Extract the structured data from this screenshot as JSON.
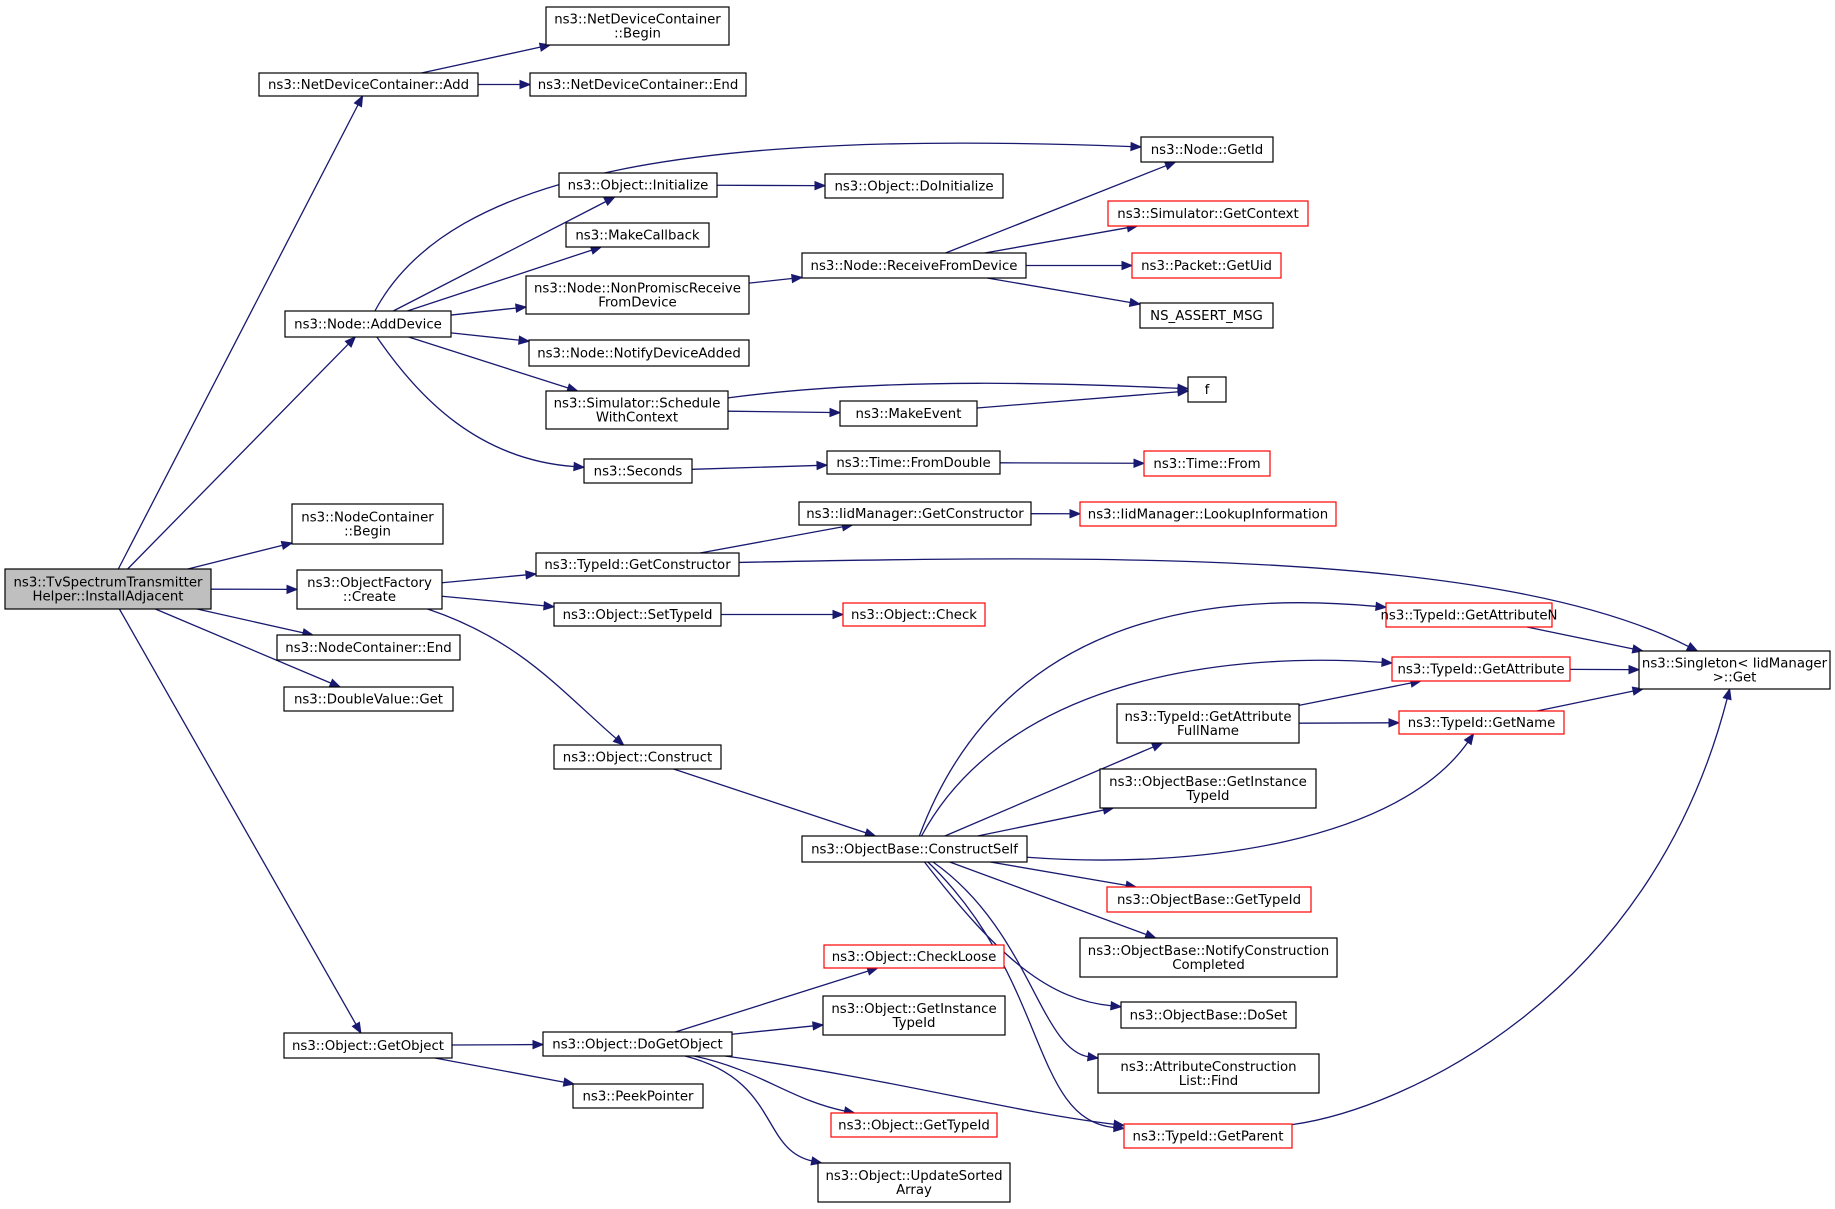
{
  "graph": {
    "nodes": [
      {
        "id": "root",
        "lines": [
          "ns3::TvSpectrumTransmitter",
          "Helper::InstallAdjacent"
        ],
        "root": true
      },
      {
        "id": "ndc_add",
        "lines": [
          "ns3::NetDeviceContainer::Add"
        ]
      },
      {
        "id": "ndc_begin",
        "lines": [
          "ns3::NetDeviceContainer",
          "::Begin"
        ]
      },
      {
        "id": "ndc_end",
        "lines": [
          "ns3::NetDeviceContainer::End"
        ]
      },
      {
        "id": "node_adddevice",
        "lines": [
          "ns3::Node::AddDevice"
        ]
      },
      {
        "id": "node_getid",
        "lines": [
          "ns3::Node::GetId"
        ]
      },
      {
        "id": "obj_initialize",
        "lines": [
          "ns3::Object::Initialize"
        ]
      },
      {
        "id": "obj_doinitialize",
        "lines": [
          "ns3::Object::DoInitialize"
        ]
      },
      {
        "id": "makecallback",
        "lines": [
          "ns3::MakeCallback"
        ]
      },
      {
        "id": "node_nonpromisc",
        "lines": [
          "ns3::Node::NonPromiscReceive",
          "FromDevice"
        ]
      },
      {
        "id": "node_receivefromdevice",
        "lines": [
          "ns3::Node::ReceiveFromDevice"
        ]
      },
      {
        "id": "sim_getcontext",
        "lines": [
          "ns3::Simulator::GetContext"
        ],
        "red": true
      },
      {
        "id": "packet_getuid",
        "lines": [
          "ns3::Packet::GetUid"
        ],
        "red": true
      },
      {
        "id": "ns_assert_msg",
        "lines": [
          "NS_ASSERT_MSG"
        ]
      },
      {
        "id": "node_notifydeviceadded",
        "lines": [
          "ns3::Node::NotifyDeviceAdded"
        ]
      },
      {
        "id": "sim_schedulewithcontext",
        "lines": [
          "ns3::Simulator::Schedule",
          "WithContext"
        ]
      },
      {
        "id": "makeevent",
        "lines": [
          "ns3::MakeEvent"
        ]
      },
      {
        "id": "f",
        "lines": [
          "f"
        ]
      },
      {
        "id": "seconds",
        "lines": [
          "ns3::Seconds"
        ]
      },
      {
        "id": "time_fromdouble",
        "lines": [
          "ns3::Time::FromDouble"
        ]
      },
      {
        "id": "time_from",
        "lines": [
          "ns3::Time::From"
        ],
        "red": true
      },
      {
        "id": "nc_begin",
        "lines": [
          "ns3::NodeContainer",
          "::Begin"
        ]
      },
      {
        "id": "objfactory_create",
        "lines": [
          "ns3::ObjectFactory",
          "::Create"
        ]
      },
      {
        "id": "typeid_getconstructor",
        "lines": [
          "ns3::TypeId::GetConstructor"
        ]
      },
      {
        "id": "iid_getconstructor",
        "lines": [
          "ns3::IidManager::GetConstructor"
        ]
      },
      {
        "id": "iid_lookupinfo",
        "lines": [
          "ns3::IidManager::LookupInformation"
        ],
        "red": true
      },
      {
        "id": "singleton_get",
        "lines": [
          "ns3::Singleton< IidManager",
          ">::Get"
        ]
      },
      {
        "id": "obj_settypeid",
        "lines": [
          "ns3::Object::SetTypeId"
        ]
      },
      {
        "id": "obj_check",
        "lines": [
          "ns3::Object::Check"
        ],
        "red": true
      },
      {
        "id": "nc_end",
        "lines": [
          "ns3::NodeContainer::End"
        ]
      },
      {
        "id": "doublevalue_get",
        "lines": [
          "ns3::DoubleValue::Get"
        ]
      },
      {
        "id": "typeid_getattributen",
        "lines": [
          "ns3::TypeId::GetAttributeN"
        ],
        "red": true
      },
      {
        "id": "typeid_getattribute",
        "lines": [
          "ns3::TypeId::GetAttribute"
        ],
        "red": true
      },
      {
        "id": "typeid_getattributefullname",
        "lines": [
          "ns3::TypeId::GetAttribute",
          "FullName"
        ]
      },
      {
        "id": "typeid_getname",
        "lines": [
          "ns3::TypeId::GetName"
        ],
        "red": true
      },
      {
        "id": "obj_construct",
        "lines": [
          "ns3::Object::Construct"
        ]
      },
      {
        "id": "objbase_getinstancetypeid",
        "lines": [
          "ns3::ObjectBase::GetInstance",
          "TypeId"
        ]
      },
      {
        "id": "objbase_constructself",
        "lines": [
          "ns3::ObjectBase::ConstructSelf"
        ]
      },
      {
        "id": "objbase_gettypeid",
        "lines": [
          "ns3::ObjectBase::GetTypeId"
        ],
        "red": true
      },
      {
        "id": "objbase_notifyconstruction",
        "lines": [
          "ns3::ObjectBase::NotifyConstruction",
          "Completed"
        ]
      },
      {
        "id": "objbase_doset",
        "lines": [
          "ns3::ObjectBase::DoSet"
        ]
      },
      {
        "id": "attrconstructionlist_find",
        "lines": [
          "ns3::AttributeConstruction",
          "List::Find"
        ]
      },
      {
        "id": "typeid_getparent",
        "lines": [
          "ns3::TypeId::GetParent"
        ],
        "red": true
      },
      {
        "id": "obj_checkloose",
        "lines": [
          "ns3::Object::CheckLoose"
        ],
        "red": true
      },
      {
        "id": "obj_getinstancetypeid",
        "lines": [
          "ns3::Object::GetInstance",
          "TypeId"
        ]
      },
      {
        "id": "obj_getobject",
        "lines": [
          "ns3::Object::GetObject"
        ]
      },
      {
        "id": "obj_dogetobject",
        "lines": [
          "ns3::Object::DoGetObject"
        ]
      },
      {
        "id": "peekpointer",
        "lines": [
          "ns3::PeekPointer"
        ]
      },
      {
        "id": "obj_gettypeid",
        "lines": [
          "ns3::Object::GetTypeId"
        ],
        "red": true
      },
      {
        "id": "obj_updatesortedarray",
        "lines": [
          "ns3::Object::UpdateSorted",
          "Array"
        ]
      }
    ],
    "edges": [
      [
        "root",
        "ndc_add"
      ],
      [
        "root",
        "node_adddevice"
      ],
      [
        "root",
        "nc_begin"
      ],
      [
        "root",
        "objfactory_create"
      ],
      [
        "root",
        "nc_end"
      ],
      [
        "root",
        "doublevalue_get"
      ],
      [
        "root",
        "obj_getobject"
      ],
      [
        "ndc_add",
        "ndc_begin"
      ],
      [
        "ndc_add",
        "ndc_end"
      ],
      [
        "node_adddevice",
        "node_getid"
      ],
      [
        "node_adddevice",
        "obj_initialize"
      ],
      [
        "node_adddevice",
        "makecallback"
      ],
      [
        "node_adddevice",
        "node_nonpromisc"
      ],
      [
        "node_adddevice",
        "node_notifydeviceadded"
      ],
      [
        "node_adddevice",
        "sim_schedulewithcontext"
      ],
      [
        "node_adddevice",
        "seconds"
      ],
      [
        "obj_initialize",
        "obj_doinitialize"
      ],
      [
        "node_nonpromisc",
        "node_receivefromdevice"
      ],
      [
        "node_receivefromdevice",
        "node_getid"
      ],
      [
        "node_receivefromdevice",
        "sim_getcontext"
      ],
      [
        "node_receivefromdevice",
        "packet_getuid"
      ],
      [
        "node_receivefromdevice",
        "ns_assert_msg"
      ],
      [
        "sim_schedulewithcontext",
        "f"
      ],
      [
        "sim_schedulewithcontext",
        "makeevent"
      ],
      [
        "makeevent",
        "f"
      ],
      [
        "seconds",
        "time_fromdouble"
      ],
      [
        "time_fromdouble",
        "time_from"
      ],
      [
        "objfactory_create",
        "typeid_getconstructor"
      ],
      [
        "objfactory_create",
        "obj_settypeid"
      ],
      [
        "objfactory_create",
        "obj_construct"
      ],
      [
        "typeid_getconstructor",
        "iid_getconstructor"
      ],
      [
        "typeid_getconstructor",
        "singleton_get"
      ],
      [
        "iid_getconstructor",
        "iid_lookupinfo"
      ],
      [
        "obj_settypeid",
        "obj_check"
      ],
      [
        "obj_construct",
        "objbase_constructself"
      ],
      [
        "objbase_constructself",
        "typeid_getattributen"
      ],
      [
        "objbase_constructself",
        "typeid_getattribute"
      ],
      [
        "objbase_constructself",
        "typeid_getattributefullname"
      ],
      [
        "objbase_constructself",
        "objbase_getinstancetypeid"
      ],
      [
        "objbase_constructself",
        "typeid_getname"
      ],
      [
        "objbase_constructself",
        "objbase_gettypeid"
      ],
      [
        "objbase_constructself",
        "objbase_notifyconstruction"
      ],
      [
        "objbase_constructself",
        "objbase_doset"
      ],
      [
        "objbase_constructself",
        "attrconstructionlist_find"
      ],
      [
        "objbase_constructself",
        "typeid_getparent"
      ],
      [
        "typeid_getattributen",
        "singleton_get"
      ],
      [
        "typeid_getattribute",
        "singleton_get"
      ],
      [
        "typeid_getattributefullname",
        "typeid_getattribute"
      ],
      [
        "typeid_getattributefullname",
        "typeid_getname"
      ],
      [
        "typeid_getname",
        "singleton_get"
      ],
      [
        "typeid_getparent",
        "singleton_get"
      ],
      [
        "obj_getobject",
        "obj_dogetobject"
      ],
      [
        "obj_getobject",
        "peekpointer"
      ],
      [
        "obj_dogetobject",
        "obj_checkloose"
      ],
      [
        "obj_dogetobject",
        "obj_getinstancetypeid"
      ],
      [
        "obj_dogetobject",
        "obj_gettypeid"
      ],
      [
        "obj_dogetobject",
        "obj_updatesortedarray"
      ],
      [
        "obj_dogetobject",
        "typeid_getparent"
      ]
    ]
  }
}
